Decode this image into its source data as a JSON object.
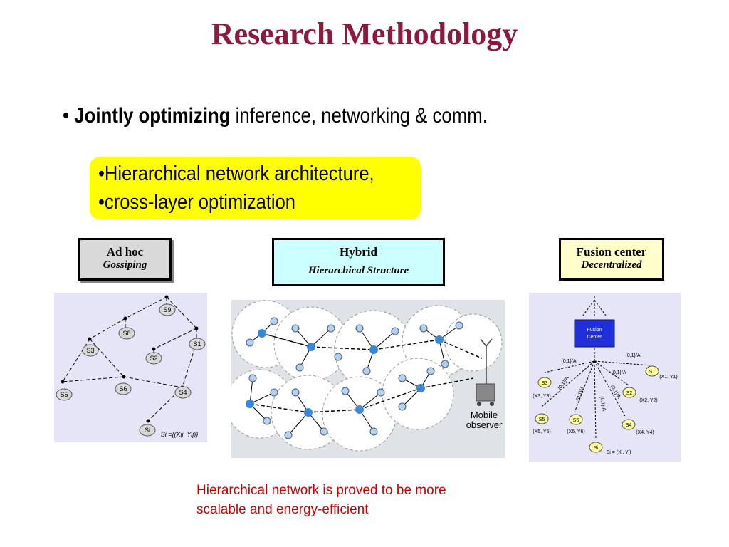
{
  "title": "Research Methodology",
  "bullet": {
    "marker": "•",
    "bold": "Jointly optimizing",
    "rest": " inference, networking & comm."
  },
  "highlight_box": {
    "line1": "•Hierarchical network architecture,",
    "line2": "•cross-layer optimization",
    "color": "#ffff00"
  },
  "labels": {
    "adhoc": {
      "title": "Ad hoc",
      "subtitle": "Gossiping",
      "color": "#d9d9d9"
    },
    "hybrid": {
      "title": "Hybrid",
      "subtitle": "Hierarchical Structure",
      "color": "#ccffff"
    },
    "fusion": {
      "title": "Fusion center",
      "subtitle": "Decentralized",
      "color": "#ffffcc"
    }
  },
  "adhoc_panel": {
    "nodes": [
      "S9",
      "S8",
      "S1",
      "S3",
      "S2",
      "S5",
      "S6",
      "S4",
      "Si"
    ],
    "formula": "Si ={(Xij, Yij)}"
  },
  "hybrid_panel": {
    "observer_label_1": "Mobile",
    "observer_label_2": "observer"
  },
  "fusion_panel": {
    "top_label": "x",
    "center_label_1": "Fusion",
    "center_label_2": "Center",
    "edge_label": "{0,1}/A",
    "nodes": [
      "S1",
      "S3",
      "S2",
      "S5",
      "S6",
      "S4",
      "Si"
    ],
    "coords": [
      "(X1, Y1)",
      "(X3, Y3)",
      "(X2, Y2)",
      "(X5, Y5)",
      "(X6, Y6)",
      "(X4, Y4)",
      "Si = (Xi, Yi)"
    ]
  },
  "caption": {
    "line1": "Hierarchical network is proved to be more",
    "line2": "scalable and energy-efficient"
  },
  "colors": {
    "title": "#8b1a3c",
    "caption": "#cc0000",
    "node_blue": "#3b87d6",
    "panel_lavender": "#e6e4f7"
  }
}
